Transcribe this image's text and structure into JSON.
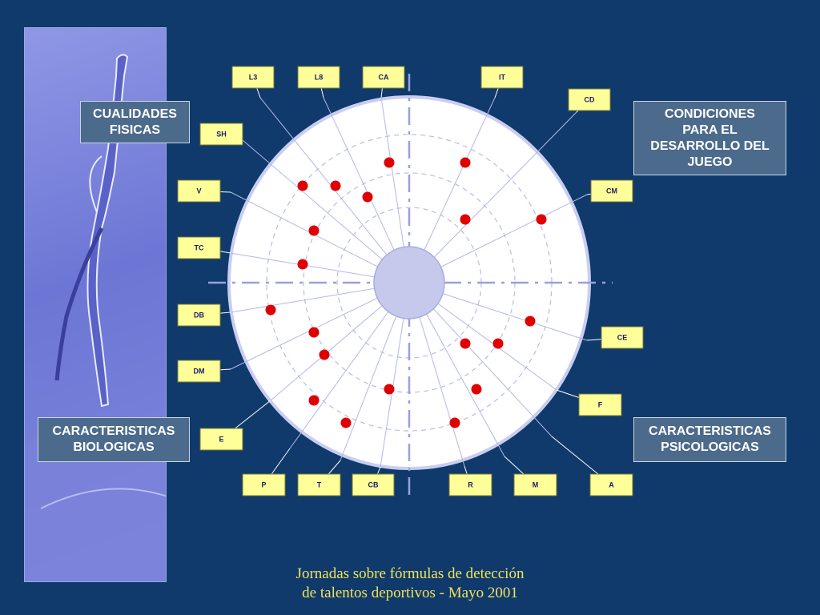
{
  "slide": {
    "categories": {
      "fisicas": "CUALIDADES\nFISICAS",
      "juego": "CONDICIONES\nPARA EL\nDESARROLLO DEL\nJUEGO",
      "biologicas": "CARACTERISTICAS\nBIOLOGICAS",
      "psicologicas": "CARACTERISTICAS\nPSICOLOGICAS"
    },
    "labels": {
      "L3": "L3",
      "L8": "L8",
      "CA": "CA",
      "IT": "IT",
      "CD": "CD",
      "SH": "SH",
      "V": "V",
      "CM": "CM",
      "TC": "TC",
      "DB": "DB",
      "CE": "CE",
      "DM": "DM",
      "F": "F",
      "E": "E",
      "P": "P",
      "T": "T",
      "CB": "CB",
      "R": "R",
      "M": "M",
      "A": "A"
    },
    "footer": {
      "line1": "Jornadas sobre fórmulas de detección",
      "line2": "de talentos deportivos - Mayo 2001"
    }
  },
  "colors": {
    "background": "#0f3a6b",
    "label_box": "#ffff99",
    "dot": "#e00000",
    "footer_text": "#f2e25c"
  }
}
